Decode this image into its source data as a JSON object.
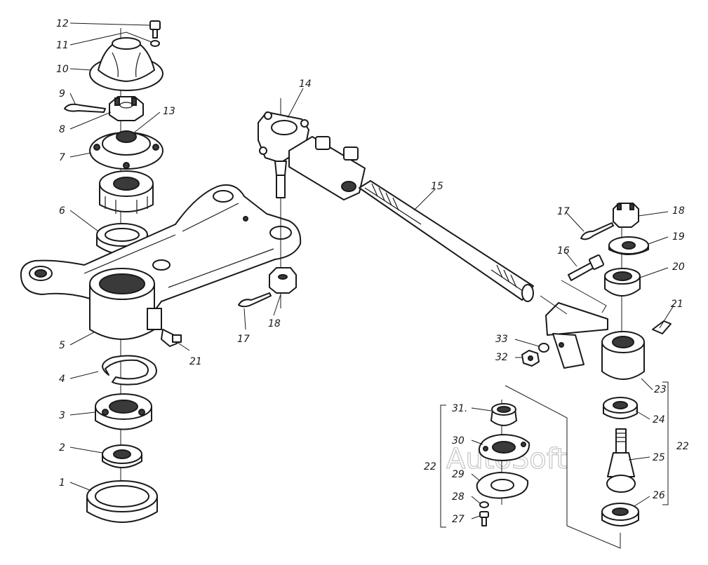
{
  "watermark": "AutoSoft",
  "callouts": [
    {
      "id": "c12",
      "text": "12"
    },
    {
      "id": "c11",
      "text": "11"
    },
    {
      "id": "c10",
      "text": "10"
    },
    {
      "id": "c9",
      "text": "9"
    },
    {
      "id": "c8",
      "text": "8"
    },
    {
      "id": "c13",
      "text": "13"
    },
    {
      "id": "c7",
      "text": "7"
    },
    {
      "id": "c6",
      "text": "6"
    },
    {
      "id": "c5",
      "text": "5"
    },
    {
      "id": "c4",
      "text": "4"
    },
    {
      "id": "c3",
      "text": "3"
    },
    {
      "id": "c2",
      "text": "2"
    },
    {
      "id": "c1",
      "text": "1"
    },
    {
      "id": "c14",
      "text": "14"
    },
    {
      "id": "c15",
      "text": "15"
    },
    {
      "id": "c17a",
      "text": "17"
    },
    {
      "id": "c18a",
      "text": "18"
    },
    {
      "id": "c21a",
      "text": "21"
    },
    {
      "id": "c17b",
      "text": "17"
    },
    {
      "id": "c18b",
      "text": "18"
    },
    {
      "id": "c16",
      "text": "16"
    },
    {
      "id": "c19",
      "text": "19"
    },
    {
      "id": "c20",
      "text": "20"
    },
    {
      "id": "c21b",
      "text": "21"
    },
    {
      "id": "c33",
      "text": "33"
    },
    {
      "id": "c32",
      "text": "32"
    },
    {
      "id": "c23",
      "text": "23"
    },
    {
      "id": "c24",
      "text": "24"
    },
    {
      "id": "c22b",
      "text": "22"
    },
    {
      "id": "c25",
      "text": "25"
    },
    {
      "id": "c26",
      "text": "26"
    },
    {
      "id": "c31",
      "text": "31."
    },
    {
      "id": "c30",
      "text": "30"
    },
    {
      "id": "c22a",
      "text": "22"
    },
    {
      "id": "c29",
      "text": "29"
    },
    {
      "id": "c28",
      "text": "28"
    },
    {
      "id": "c27",
      "text": "27"
    }
  ]
}
